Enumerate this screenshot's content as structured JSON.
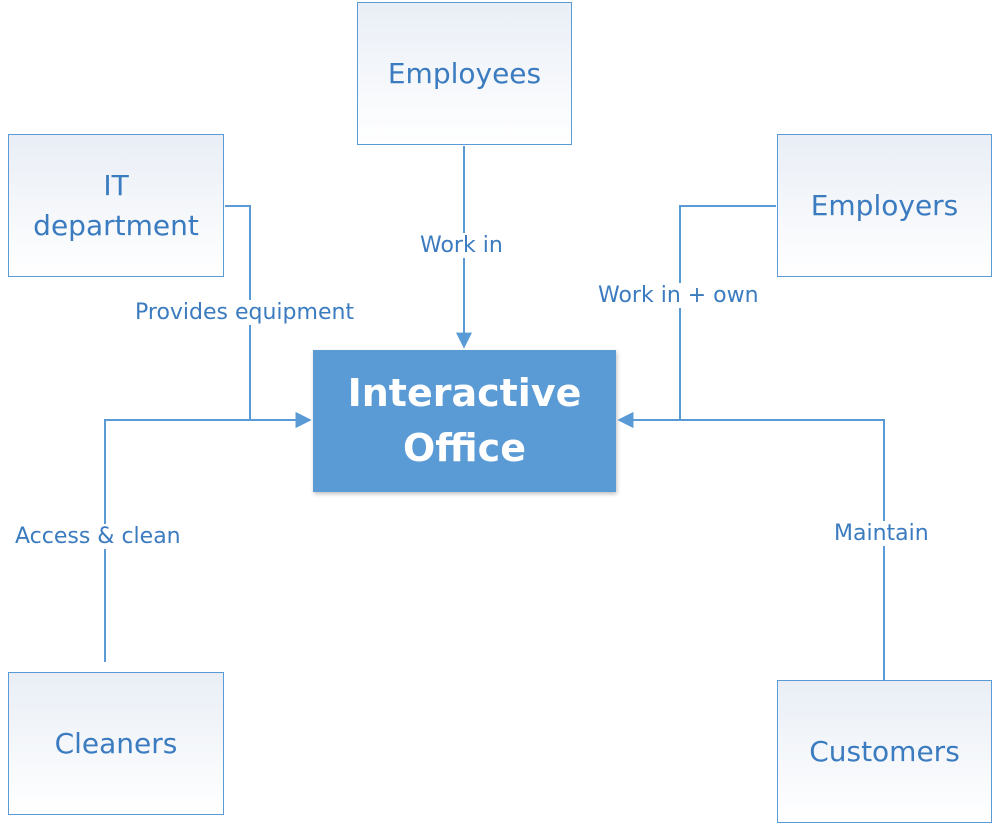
{
  "center": {
    "line1": "Interactive",
    "line2": "Office"
  },
  "nodes": {
    "employees": "Employees",
    "it_department_line1": "IT",
    "it_department_line2": "department",
    "employers": "Employers",
    "cleaners": "Cleaners",
    "customers": "Customers"
  },
  "edges": {
    "employees": "Work in",
    "it_department": "Provides equipment",
    "employers": "Work in + own",
    "cleaners": "Access & clean",
    "customers": "Maintain"
  },
  "colors": {
    "accent": "#5b9bd5",
    "text": "#3b7bbf"
  }
}
